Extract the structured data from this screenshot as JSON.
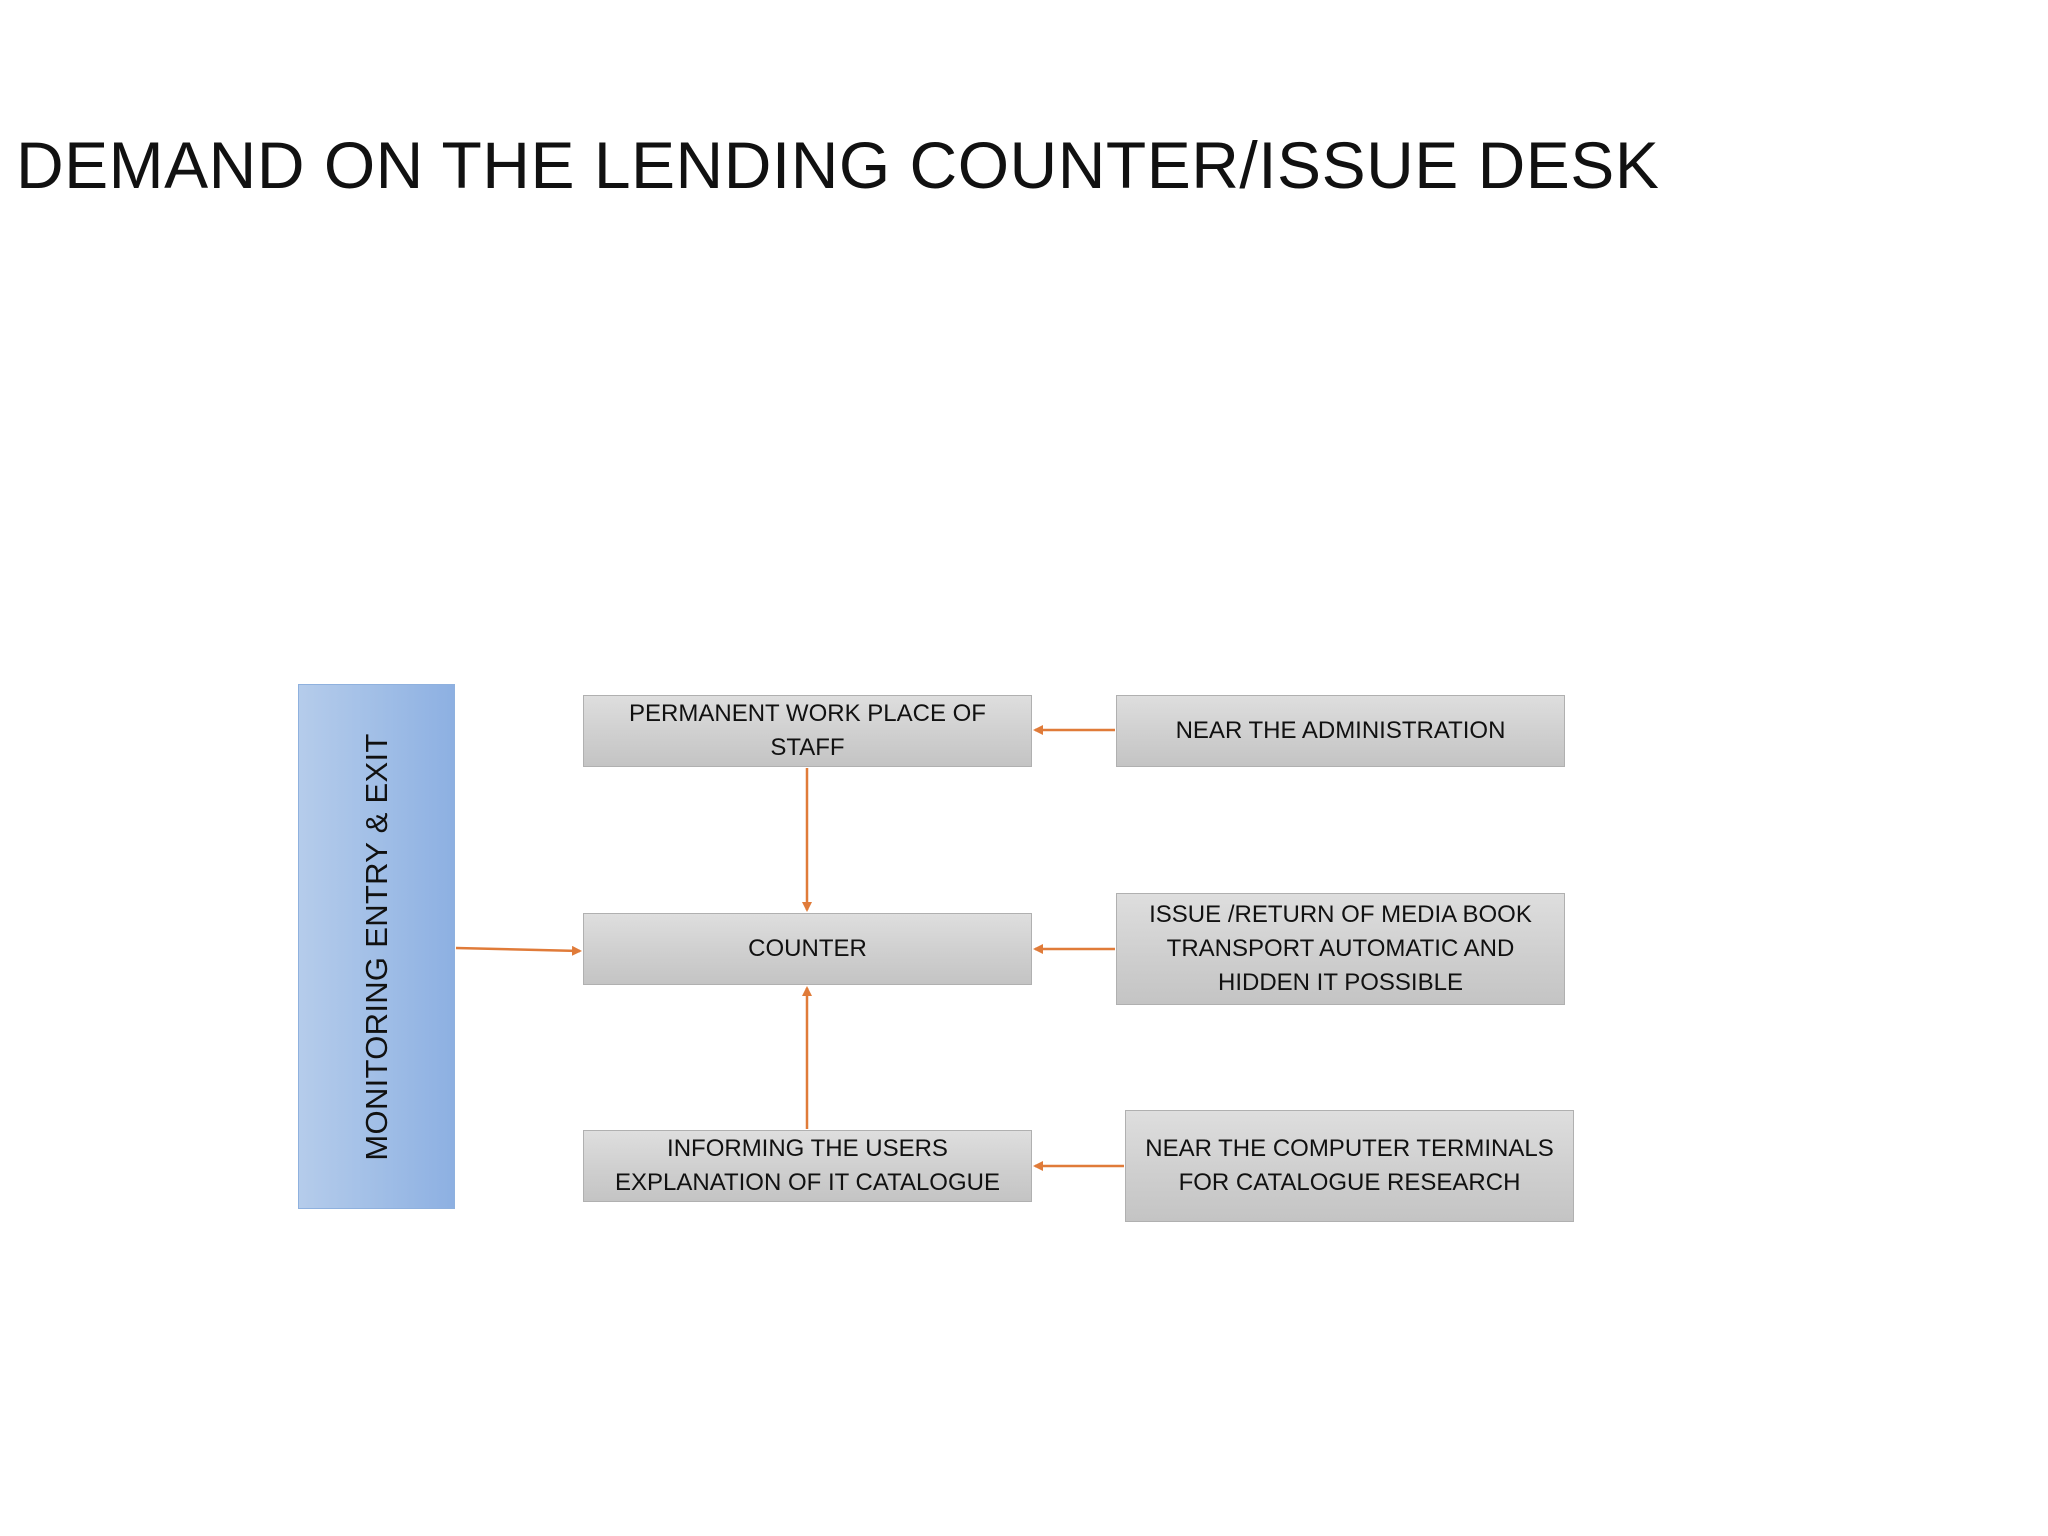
{
  "slide": {
    "title": "DEMAND ON THE LENDING COUNTER/ISSUE DESK"
  },
  "diagram": {
    "connector_color": "#e07b39",
    "side_bar": {
      "label": "MONITORING ENTRY & EXIT",
      "color": "#9fbde6"
    },
    "boxes": {
      "staff": "PERMANENT WORK PLACE OF\nSTAFF",
      "counter": "COUNTER",
      "informing": "INFORMING THE USERS\nEXPLANATION OF IT CATALOGUE",
      "admin": "NEAR THE ADMINISTRATION",
      "issue": "ISSUE /RETURN OF MEDIA BOOK\nTRANSPORT AUTOMATIC AND\nHIDDEN IT POSSIBLE",
      "terminals": "NEAR THE COMPUTER TERMINALS\nFOR CATALOGUE RESEARCH"
    }
  }
}
